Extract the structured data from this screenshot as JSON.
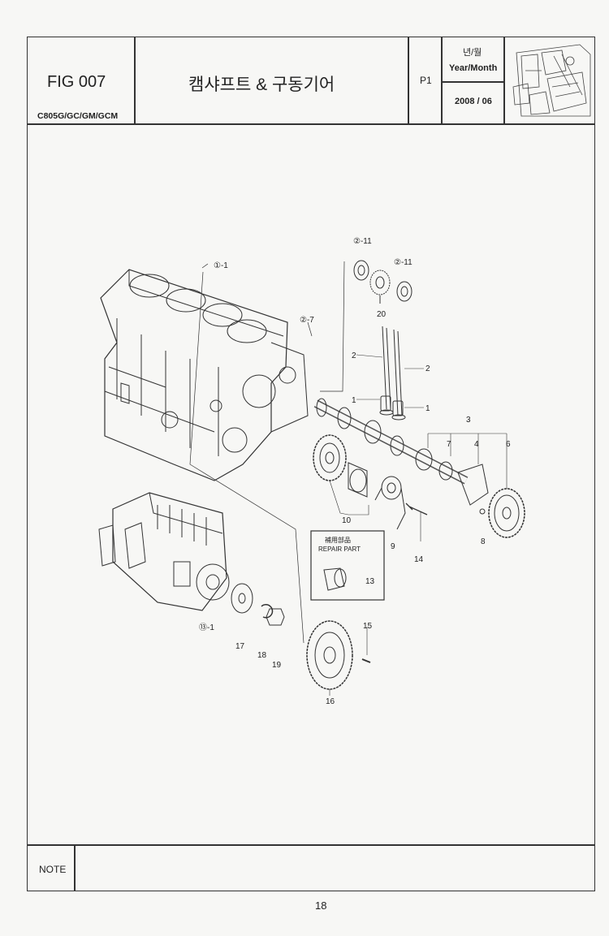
{
  "header": {
    "figure": "FIG 007",
    "models": "C805G/GC/GM/GCM",
    "title": "캠샤프트 & 구동기어",
    "sheet": "P1",
    "year_month_ko": "년/월",
    "year_month_en": "Year/Month",
    "date": "2008 / 06"
  },
  "diagram": {
    "callouts": {
      "c1": "①-1",
      "c2a": "②-11",
      "c2b": "②-11",
      "c2c": "②-7",
      "c13": "⑬-1"
    },
    "part_numbers": {
      "p20": "20",
      "p2a": "2",
      "p2b": "2",
      "p1a": "1",
      "p1b": "1",
      "p3": "3",
      "p7": "7",
      "p4": "4",
      "p6": "6",
      "p8": "8",
      "p10": "10",
      "p9": "9",
      "p14": "14",
      "p13": "13",
      "p15": "15",
      "p16": "16",
      "p17": "17",
      "p18": "18",
      "p19": "19"
    },
    "repair_box": {
      "line1": "補用部品",
      "line2": "REPAIR PART"
    }
  },
  "footer": {
    "note_label": "NOTE",
    "page_number": "18"
  }
}
